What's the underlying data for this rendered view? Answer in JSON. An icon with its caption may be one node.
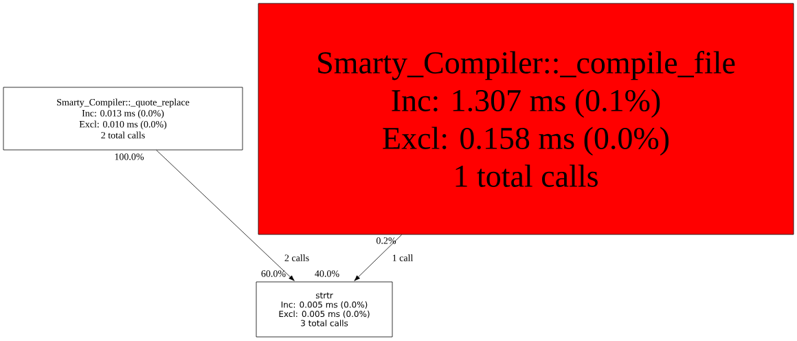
{
  "diagram": {
    "nodes": [
      {
        "text": [
          "Smarty_Compiler::_quote_replace",
          "Inc: 0.013 ms (0.0%)",
          "Excl: 0.010 ms (0.0%)",
          "2 total calls"
        ]
      },
      {
        "text": [
          "Smarty_Compiler::_compile_file",
          "Inc: 1.307 ms (0.1%)",
          "Excl: 0.158 ms (0.0%)",
          "1 total calls"
        ]
      },
      {
        "text": [
          "strtr",
          "Inc: 0.005 ms (0.0%)",
          "Excl: 0.005 ms (0.0%)",
          "3 total calls"
        ]
      }
    ],
    "edges": [
      {
        "from": 0,
        "to": 2,
        "arrow": "to",
        "label": "2 calls"
      },
      {
        "from": 1,
        "to": 2,
        "arrow": "to",
        "label": "1 call"
      }
    ],
    "labels": [
      "100.0%",
      "0.2%",
      "60.0%",
      "40.0%"
    ]
  }
}
